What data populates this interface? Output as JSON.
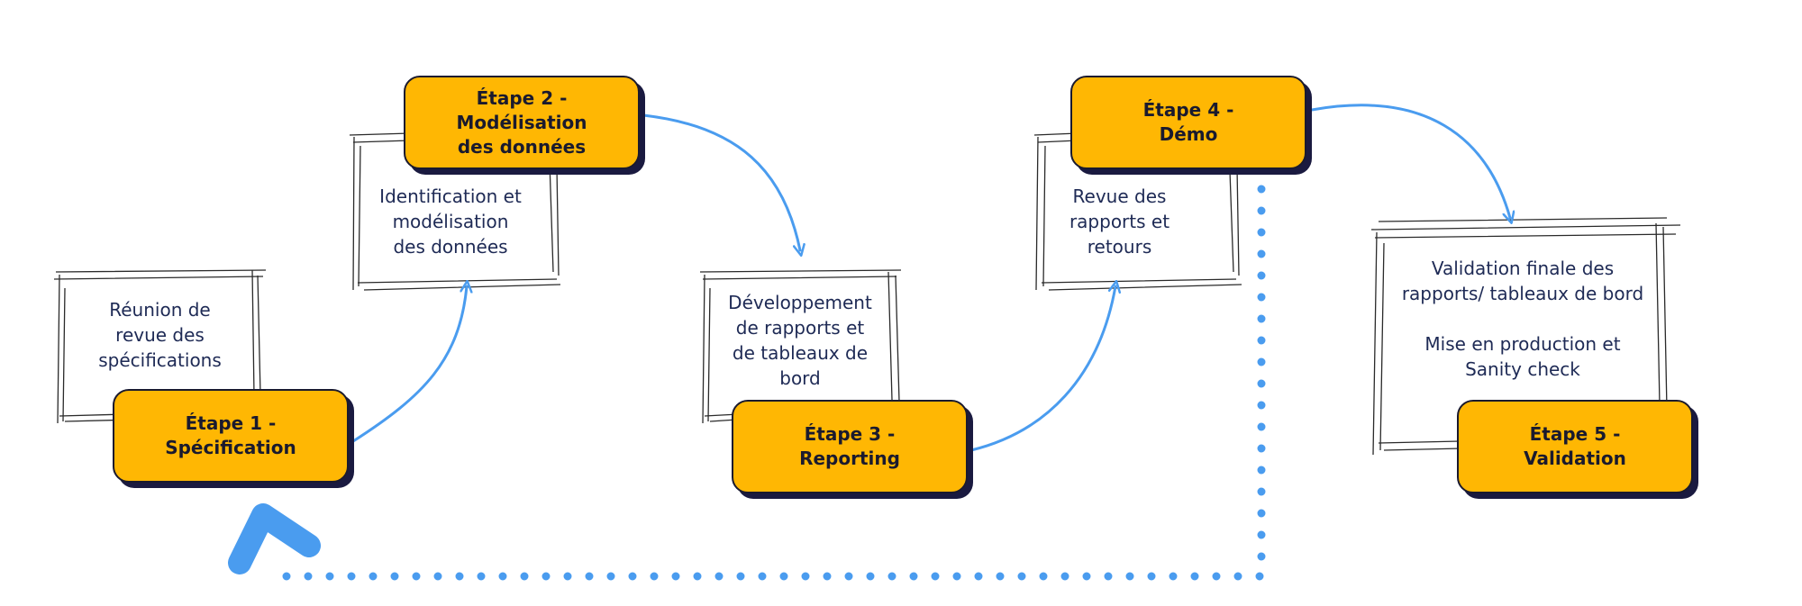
{
  "colors": {
    "step_fill": "#FFB703",
    "arrow": "#4A9CEF",
    "text": "#1E2A55",
    "sketch": "#2a2a2a"
  },
  "steps": [
    {
      "title": "Étape 1 -\nSpécification",
      "note": "Réunion de\nrevue des\nspécifications"
    },
    {
      "title": "Étape 2 -\nModélisation\ndes données",
      "note": "Identification et\nmodélisation\ndes données"
    },
    {
      "title": "Étape 3 -\nReporting",
      "note": "Développement\nde rapports et\nde tableaux de\nbord"
    },
    {
      "title": "Étape 4 -\nDémo",
      "note": "Revue des\nrapports et\nretours"
    },
    {
      "title": "Étape 5 -\nValidation",
      "note": "Validation finale des\nrapports/ tableaux de bord\n\nMise en production et\nSanity check"
    }
  ],
  "connectors": [
    {
      "from": "step-1",
      "to": "step-2",
      "style": "solid-arrow"
    },
    {
      "from": "step-2",
      "to": "step-3",
      "style": "solid-arrow"
    },
    {
      "from": "step-3",
      "to": "step-4",
      "style": "solid-arrow"
    },
    {
      "from": "step-4",
      "to": "step-5",
      "style": "solid-arrow"
    },
    {
      "from": "step-4",
      "to": "step-1",
      "style": "dotted-feedback-loop"
    }
  ]
}
